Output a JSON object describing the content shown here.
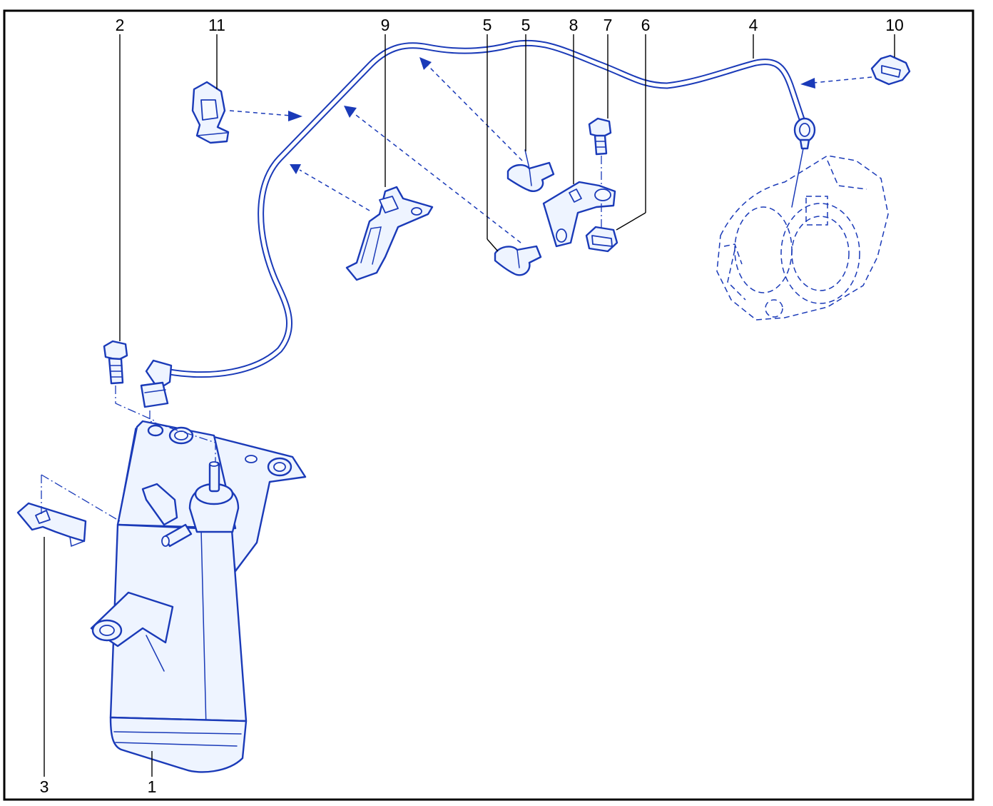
{
  "callouts": [
    {
      "id": "1",
      "label": "1"
    },
    {
      "id": "2",
      "label": "2"
    },
    {
      "id": "3",
      "label": "3"
    },
    {
      "id": "4",
      "label": "4"
    },
    {
      "id": "5a",
      "label": "5"
    },
    {
      "id": "5b",
      "label": "5"
    },
    {
      "id": "6",
      "label": "6"
    },
    {
      "id": "7",
      "label": "7"
    },
    {
      "id": "8",
      "label": "8"
    },
    {
      "id": "9",
      "label": "9"
    },
    {
      "id": "10",
      "label": "10"
    },
    {
      "id": "11",
      "label": "11"
    }
  ],
  "colors": {
    "line_art": "#1a3ab8",
    "fill": "#eef4ff",
    "frame": "#000000"
  }
}
